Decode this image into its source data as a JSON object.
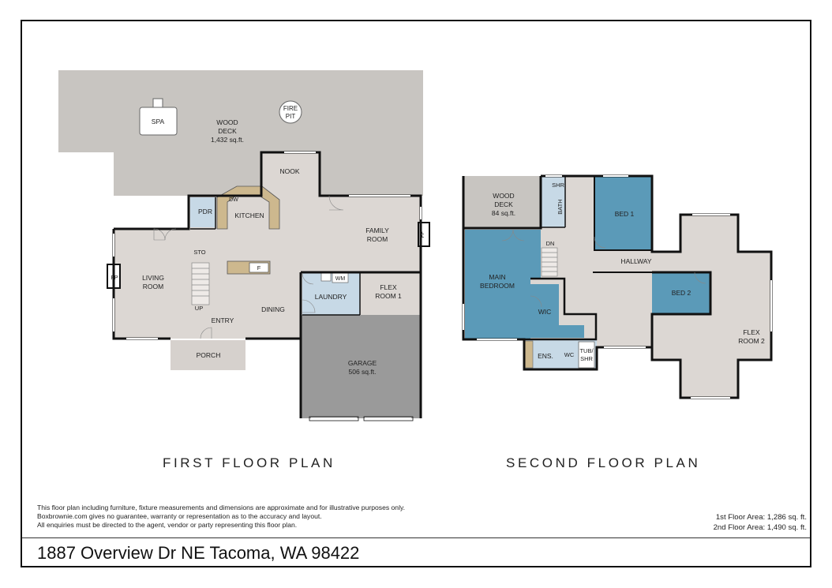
{
  "first_floor": {
    "title": "FIRST FLOOR PLAN",
    "rooms": {
      "wood_deck": [
        "WOOD",
        "DECK",
        "1,432 sq.ft."
      ],
      "spa": "SPA",
      "fire_pit": [
        "FIRE",
        "PIT"
      ],
      "nook": "NOOK",
      "pdr": "PDR",
      "dw": "DW",
      "kitchen": "KITCHEN",
      "family_room": [
        "FAMILY",
        "ROOM"
      ],
      "fp_right": "FP",
      "living_room": [
        "LIVING",
        "ROOM"
      ],
      "fp_left": "FP",
      "sto": "STO",
      "fridge": "F",
      "up": "UP",
      "entry": "ENTRY",
      "dining": "DINING",
      "laundry": "LAUNDRY",
      "wm": "WM",
      "flex_room_1": [
        "FLEX",
        "ROOM 1"
      ],
      "porch": "PORCH",
      "garage": [
        "GARAGE",
        "506 sq.ft."
      ]
    }
  },
  "second_floor": {
    "title": "SECOND FLOOR PLAN",
    "rooms": {
      "wood_deck": [
        "WOOD",
        "DECK",
        "84 sq.ft."
      ],
      "shr": "SHR",
      "bath": "BATH",
      "bed_1": "BED 1",
      "dn": "DN",
      "hallway": "HALLWAY",
      "main_bedroom": [
        "MAIN",
        "BEDROOM"
      ],
      "bed_2": "BED 2",
      "wic": "WIC",
      "ens": "ENS.",
      "wc": "WC",
      "tub_shr": [
        "TUB/",
        "SHR"
      ],
      "flex_room_2": [
        "FLEX",
        "ROOM 2"
      ]
    }
  },
  "disclaimer": [
    "This floor plan including furniture, fixture measurements and dimensions are approximate and for illustrative purposes only.",
    "Boxbrownie.com gives no guarantee, warranty or representation as to the accuracy and layout.",
    "All enquiries must be directed to the agent, vendor or party representing this floor plan."
  ],
  "areas": [
    "1st Floor Area: 1,286 sq. ft.",
    "2nd Floor Area: 1,490 sq. ft."
  ],
  "address": "1887 Overview Dr NE Tacoma, WA 98422",
  "colors": {
    "floor": "#dcd7d3",
    "deck": "#c8c5c1",
    "garage": "#9a9a9a",
    "bedroom_blue": "#5b9ab8",
    "laundry_blue": "#c7d9e6",
    "counter": "#cdb88e",
    "wall": "#111111"
  }
}
